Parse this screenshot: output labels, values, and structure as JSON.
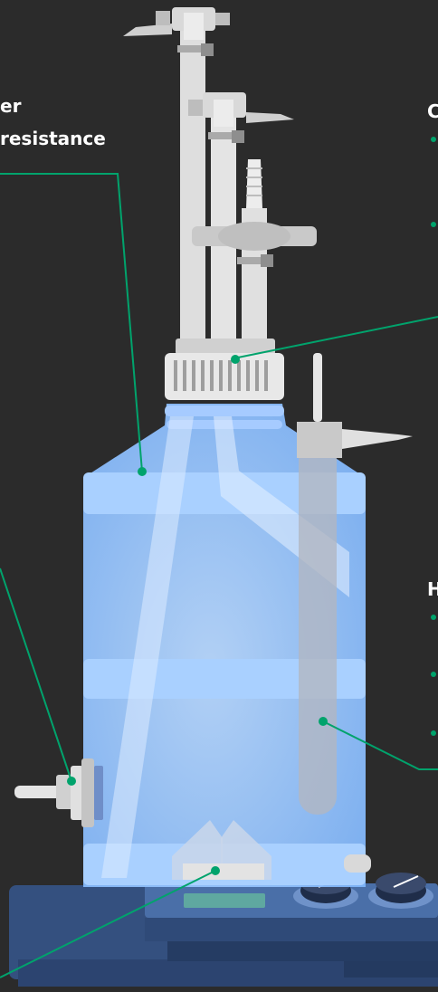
{
  "labels": {
    "left_top_line1": "er",
    "left_top_line2": "resistance",
    "right_top": "C",
    "right_mid": "H"
  },
  "colors": {
    "background": "#2b2b2b",
    "accent_line": "#00a36c",
    "bottle": "#8fc1ff",
    "bottle_band": "#a9d0ff",
    "tube": "#e6e6e6",
    "base": "#3b5a8c",
    "display": "#5fa8a0"
  },
  "icons": [
    "tube-clamp-icon",
    "filter-icon",
    "sensor-probe-icon",
    "stir-bar-icon",
    "knob-icon"
  ]
}
